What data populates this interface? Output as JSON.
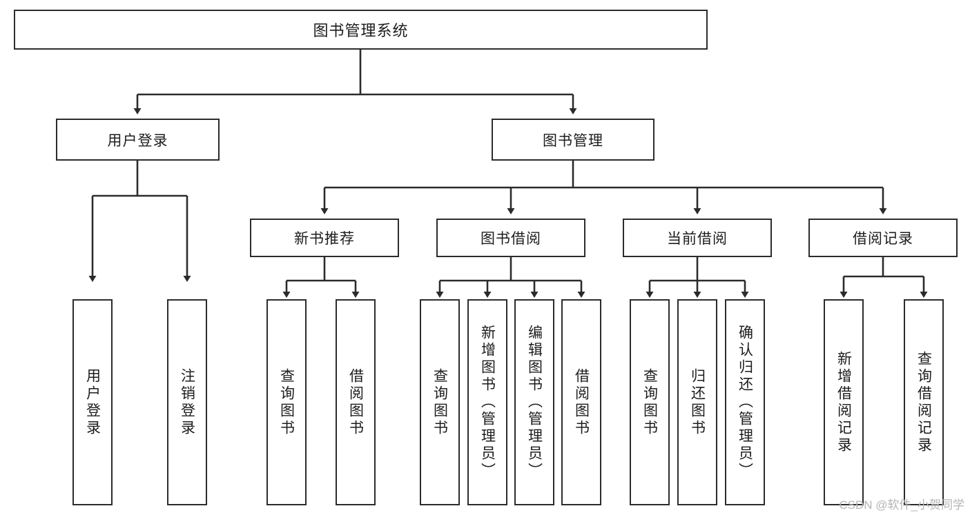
{
  "diagram": {
    "title": "图书管理系统",
    "type": "hierarchy-tree",
    "watermark": "CSDN @软件_小贺同学",
    "colors": {
      "box_border": "#2b2b2b",
      "box_fill": "#ffffff",
      "edge": "#2b2b2b",
      "text": "#1c1c1c",
      "watermark": "#b4b4b4"
    },
    "root": {
      "label": "图书管理系统"
    },
    "level2": [
      {
        "id": "user-login",
        "label": "用户登录"
      },
      {
        "id": "book-manage",
        "label": "图书管理"
      }
    ],
    "level3": [
      {
        "id": "new-book-recommend",
        "label": "新书推荐"
      },
      {
        "id": "book-borrow",
        "label": "图书借阅"
      },
      {
        "id": "current-borrow",
        "label": "当前借阅"
      },
      {
        "id": "borrow-record",
        "label": "借阅记录"
      }
    ],
    "leaves": {
      "user_login": [
        {
          "id": "leaf-user-login",
          "label": "用户登录"
        },
        {
          "id": "leaf-logout",
          "label": "注销登录"
        }
      ],
      "new_book_recommend": [
        {
          "id": "leaf-query-book-1",
          "label": "查询图书"
        },
        {
          "id": "leaf-borrow-book-1",
          "label": "借阅图书"
        }
      ],
      "book_borrow": [
        {
          "id": "leaf-query-book-2",
          "label": "查询图书"
        },
        {
          "id": "leaf-add-book",
          "label": "新增图书（管理员）"
        },
        {
          "id": "leaf-edit-book",
          "label": "编辑图书（管理员）"
        },
        {
          "id": "leaf-borrow-book-2",
          "label": "借阅图书"
        }
      ],
      "current_borrow": [
        {
          "id": "leaf-query-book-3",
          "label": "查询图书"
        },
        {
          "id": "leaf-return-book",
          "label": "归还图书"
        },
        {
          "id": "leaf-confirm-return",
          "label": "确认归还（管理员）"
        }
      ],
      "borrow_record": [
        {
          "id": "leaf-add-record",
          "label": "新增借阅记录"
        },
        {
          "id": "leaf-query-record",
          "label": "查询借阅记录"
        }
      ]
    }
  }
}
